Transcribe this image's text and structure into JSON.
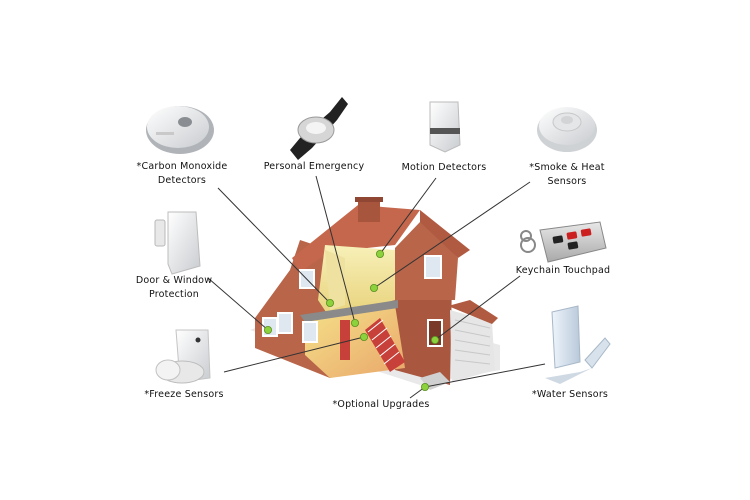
{
  "labels": {
    "carbon_monoxide": [
      "*Carbon Monoxide",
      "Detectors"
    ],
    "personal_emergency": [
      "Personal Emergency"
    ],
    "motion_detectors": [
      "Motion Detectors"
    ],
    "smoke_heat": [
      "*Smoke & Heat",
      "Sensors"
    ],
    "door_window": [
      "Door & Window",
      "Protection"
    ],
    "keychain": [
      "Keychain Touchpad"
    ],
    "freeze": [
      "*Freeze Sensors"
    ],
    "optional": [
      "*Optional Upgrades"
    ],
    "water": [
      "*Water Sensors"
    ]
  },
  "colors": {
    "brick": "#b8654a",
    "roof_tile": "#c4674c",
    "wall_yellow": "#f2e6a0",
    "stair_red": "#c8403a",
    "sensor_dot": "#8cd23c",
    "leader_line": "#333333",
    "garage": "#e6e6e6"
  }
}
